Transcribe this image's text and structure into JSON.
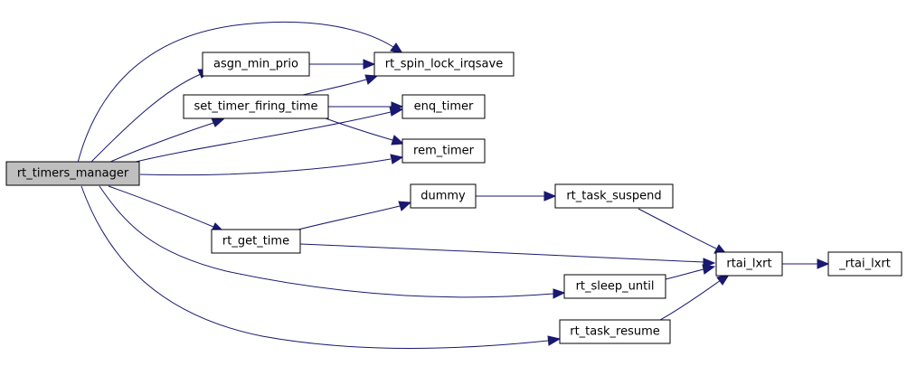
{
  "graph": {
    "nodes": {
      "rt_timers_manager": "rt_timers_manager",
      "asgn_min_prio": "asgn_min_prio",
      "rt_spin_lock_irqsave": "rt_spin_lock_irqsave",
      "set_timer_firing_time": "set_timer_firing_time",
      "enq_timer": "enq_timer",
      "rem_timer": "rem_timer",
      "dummy": "dummy",
      "rt_task_suspend": "rt_task_suspend",
      "rt_get_time": "rt_get_time",
      "rtai_lxrt": "rtai_lxrt",
      "_rtai_lxrt": "_rtai_lxrt",
      "rt_sleep_until": "rt_sleep_until",
      "rt_task_resume": "rt_task_resume"
    },
    "colors": {
      "edge": "#191970",
      "root_fill": "#bfbfbf",
      "node_fill": "#ffffff",
      "node_border": "#000000"
    }
  }
}
